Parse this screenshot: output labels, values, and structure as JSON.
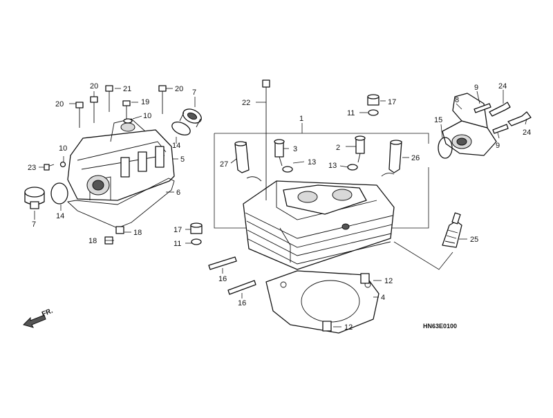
{
  "diagram": {
    "drawing_code": "HN63E0100",
    "direction_label": "FR.",
    "callouts": {
      "c1": "1",
      "c2": "2",
      "c3": "3",
      "c4": "4",
      "c5": "5",
      "c6": "6",
      "c7a": "7",
      "c7b": "7",
      "c8": "8",
      "c9a": "9",
      "c9b": "9",
      "c10a": "10",
      "c10b": "10",
      "c11a": "11",
      "c11b": "11",
      "c12a": "12",
      "c12b": "12",
      "c13a": "13",
      "c13b": "13",
      "c14a": "14",
      "c14b": "14",
      "c15": "15",
      "c16a": "16",
      "c16b": "16",
      "c17a": "17",
      "c17b": "17",
      "c18a": "18",
      "c18b": "18",
      "c19": "19",
      "c20a": "20",
      "c20b": "20",
      "c20c": "20",
      "c21": "21",
      "c22": "22",
      "c23": "23",
      "c24a": "24",
      "c24b": "24",
      "c25": "25",
      "c26": "26",
      "c27": "27"
    }
  }
}
